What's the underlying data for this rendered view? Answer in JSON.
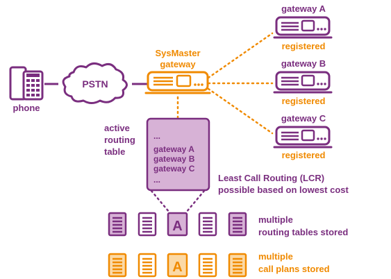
{
  "colors": {
    "purple": "#7a2e7f",
    "orange": "#f08a00",
    "light_purple": "#d7b2d6",
    "white": "#ffffff"
  },
  "phone": {
    "label": "phone",
    "icon": "desk-phone-icon"
  },
  "network": {
    "label": "PSTN",
    "icon": "cloud-icon"
  },
  "sysmaster": {
    "title_line1": "SysMaster",
    "title_line2": "gateway",
    "icon": "gateway-device-icon"
  },
  "gateways": [
    {
      "name": "gateway A",
      "status": "registered",
      "icon": "gateway-device-icon"
    },
    {
      "name": "gateway B",
      "status": "registered",
      "icon": "gateway-device-icon"
    },
    {
      "name": "gateway C",
      "status": "registered",
      "icon": "gateway-device-icon"
    }
  ],
  "routing_table": {
    "caption_line1": "active",
    "caption_line2": "routing",
    "caption_line3": "table",
    "entries": [
      "...",
      "gateway A",
      "gateway B",
      "gateway C",
      "..."
    ]
  },
  "lcr": {
    "line1": "Least Call Routing (LCR)",
    "line2": "possible based on lowest cost"
  },
  "routing_tables_stored": {
    "line1": "multiple",
    "line2": "routing tables stored",
    "featured_letter": "A",
    "icon": "document-icon"
  },
  "call_plans_stored": {
    "line1": "multiple",
    "line2": "call plans stored",
    "featured_letter": "A",
    "icon": "document-icon"
  }
}
